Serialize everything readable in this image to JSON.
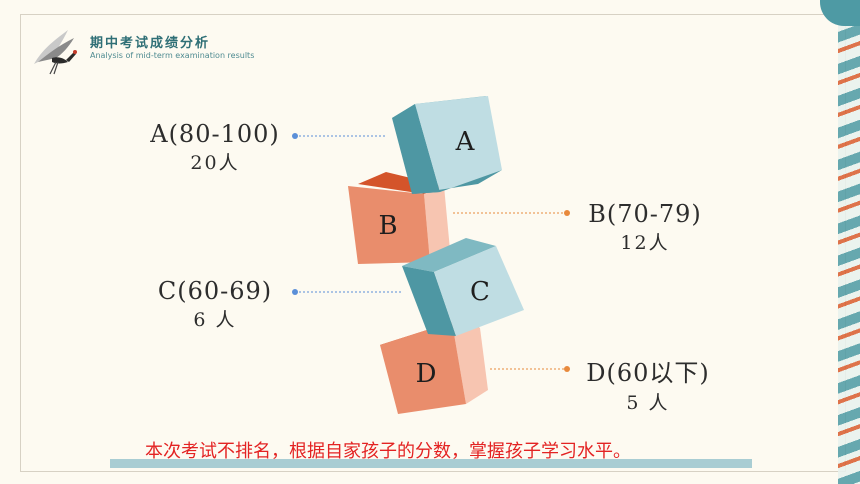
{
  "header": {
    "title": "期中考试成绩分析",
    "subtitle": "Analysis of mid-term examination results"
  },
  "grades": [
    {
      "cube_letter": "A",
      "range": "A(80-100)",
      "count": "20人"
    },
    {
      "cube_letter": "B",
      "range": "B(70-79)",
      "count": "12人"
    },
    {
      "cube_letter": "C",
      "range": "C(60-69)",
      "count": "6 人"
    },
    {
      "cube_letter": "D",
      "range": "D(60以下)",
      "count": "5 人"
    }
  ],
  "note": "本次考试不排名，根据自家孩子的分数，掌握孩子学习水平。",
  "colors": {
    "teal_front": "#bfdde3",
    "teal_side": "#4e97a3",
    "teal_top": "#7fb9c2",
    "orange_front": "#e98d6c",
    "orange_side": "#f7c5b1",
    "orange_top": "#d4542a",
    "note_red": "#e32323",
    "line_blue": "#5b8fd8",
    "line_orange": "#e8893c"
  }
}
